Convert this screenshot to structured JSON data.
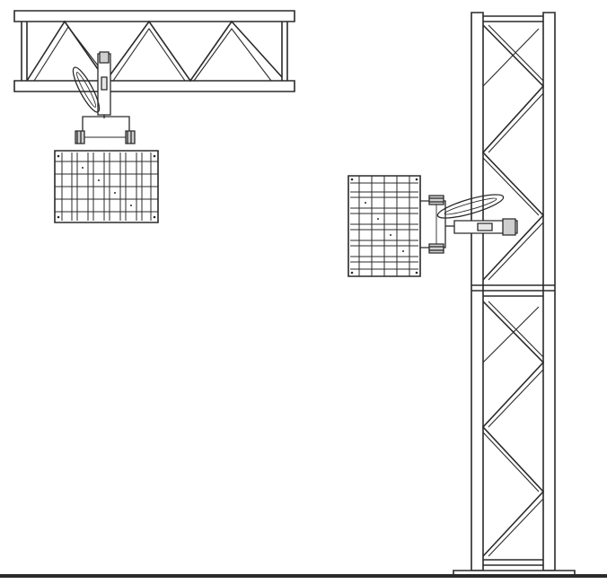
{
  "drawing": {
    "colors": {
      "ink": "#2a2a2a",
      "fill_light": "#e6e6e6",
      "fill_mid": "#cfcfcf",
      "background": "#ffffff"
    },
    "elements": [
      "horizontal-truss",
      "hanging-light-fixture",
      "vertical-truss-tower",
      "side-mounted-light-fixture",
      "mounting-clamp",
      "ground-line"
    ]
  }
}
